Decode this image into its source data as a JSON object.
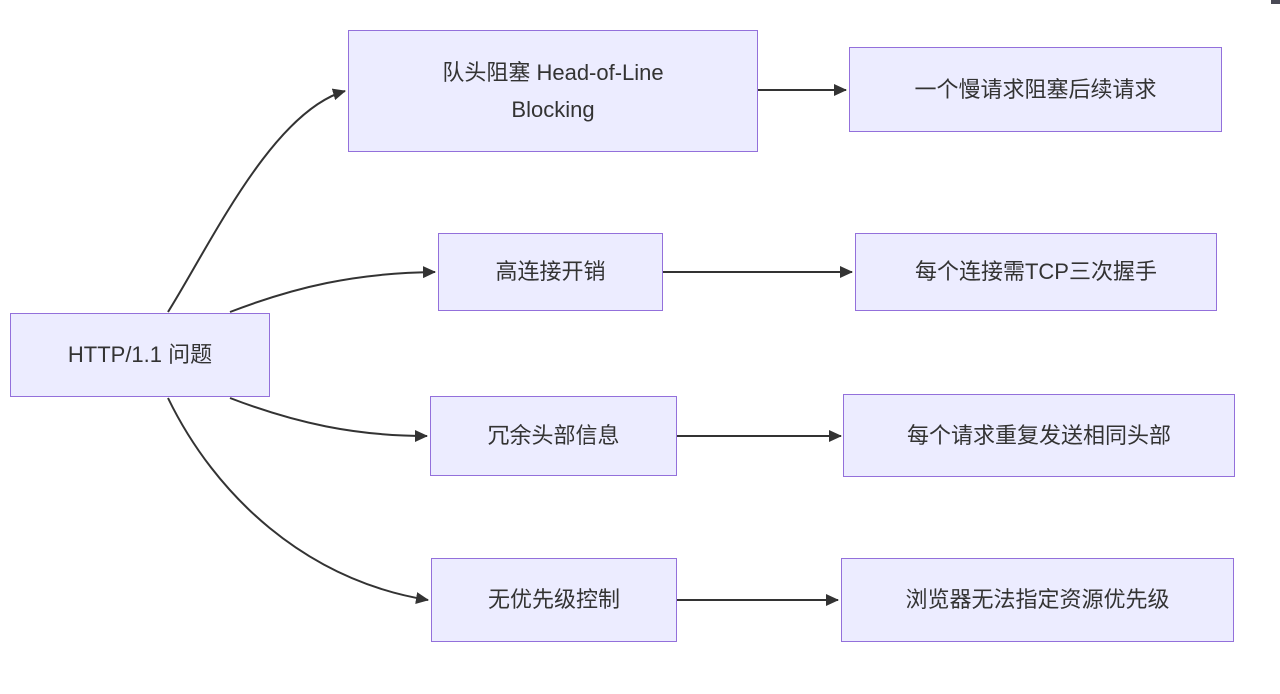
{
  "diagram": {
    "title_node": {
      "label": "HTTP/1.1 问题"
    },
    "problems": [
      {
        "id": "head-of-line-blocking",
        "label": "队头阻塞 Head-of-Line\nBlocking",
        "desc": "一个慢请求阻塞后续请求"
      },
      {
        "id": "connection-overhead",
        "label": "高连接开销",
        "desc": "每个连接需TCP三次握手"
      },
      {
        "id": "redundant-headers",
        "label": "冗余头部信息",
        "desc": "每个请求重复发送相同头部"
      },
      {
        "id": "no-prioritization",
        "label": "无优先级控制",
        "desc": "浏览器无法指定资源优先级"
      }
    ],
    "colors": {
      "node_fill": "#ECECFF",
      "node_border": "#9370DB",
      "text": "#333333",
      "edge": "#333333"
    }
  }
}
